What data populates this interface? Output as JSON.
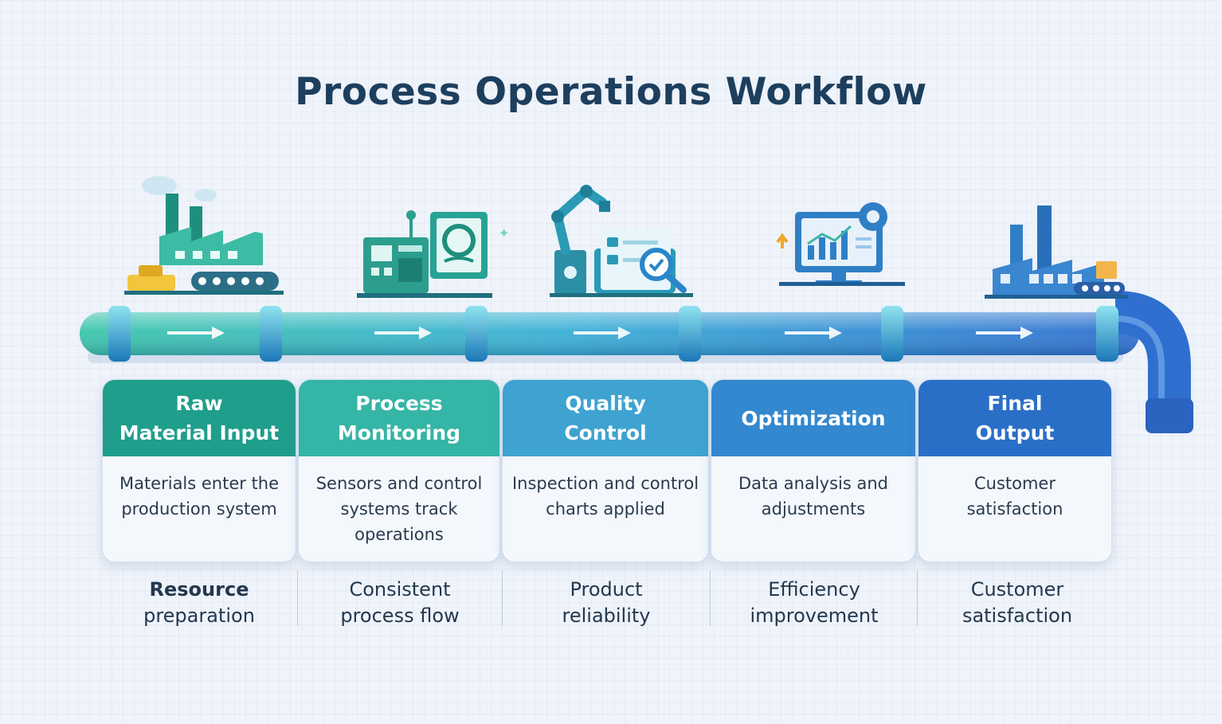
{
  "title": "Process Operations Workflow",
  "stages": [
    {
      "icon": "factory-conveyor-icon",
      "title_lines": [
        "Raw",
        "Material Input"
      ],
      "description": "Materials enter the production system",
      "outcome_lines": [
        "Resource",
        "preparation"
      ],
      "color": "#1f9e8b"
    },
    {
      "icon": "control-panel-icon",
      "title_lines": [
        "Process",
        "Monitoring"
      ],
      "description": "Sensors and control systems track operations",
      "outcome_lines": [
        "Consistent",
        "process flow"
      ],
      "color": "#35b5a6"
    },
    {
      "icon": "quality-inspection-icon",
      "title_lines": [
        "Quality",
        "Control"
      ],
      "description": "Inspection and control charts applied",
      "outcome_lines": [
        "Product",
        "reliability"
      ],
      "color": "#3ea3d1"
    },
    {
      "icon": "analytics-gear-icon",
      "title_lines": [
        "Optimization"
      ],
      "description": "Data analysis and adjustments",
      "outcome_lines": [
        "Efficiency",
        "improvement"
      ],
      "color": "#3388cf"
    },
    {
      "icon": "factory-output-icon",
      "title_lines": [
        "Final",
        "Output"
      ],
      "description": "Customer satisfaction",
      "outcome_lines": [
        "Customer",
        "satisfaction"
      ],
      "color": "#2a6fc7"
    }
  ],
  "colors": {
    "title": "#1d3f5e",
    "pipe_start": "#3cc5aa",
    "pipe_end": "#2f6fd0"
  }
}
